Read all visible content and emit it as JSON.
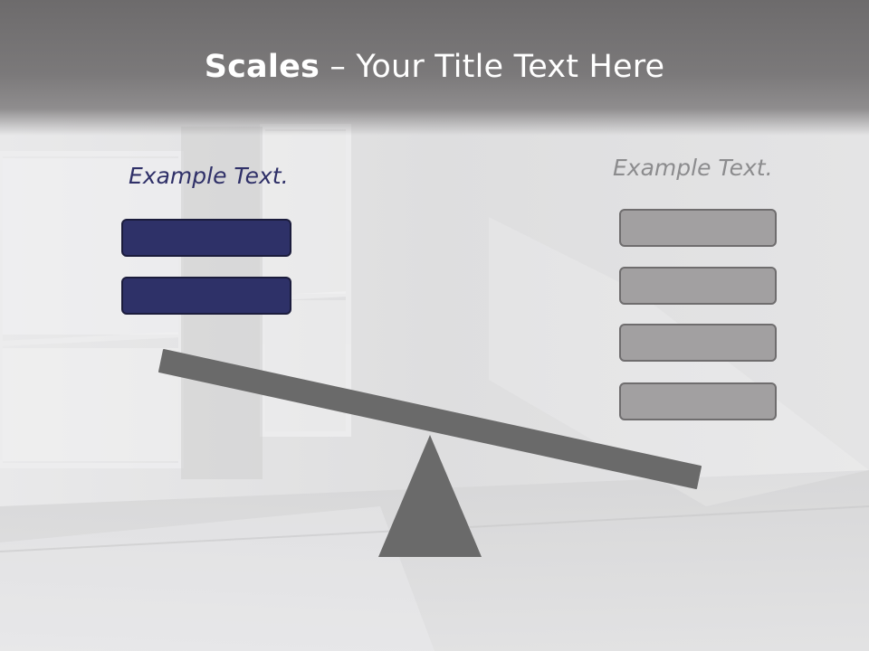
{
  "slide": {
    "title_bold": "Scales",
    "title_rest": " – Your Title Text Here"
  },
  "left_side": {
    "label": "Example Text.",
    "box_count": 2,
    "box_color": "#2e3168"
  },
  "right_side": {
    "label": "Example Text.",
    "box_count": 4,
    "box_color": "#a2a0a1"
  },
  "seesaw": {
    "color": "#6a6a6a",
    "tilt": "down-right"
  }
}
